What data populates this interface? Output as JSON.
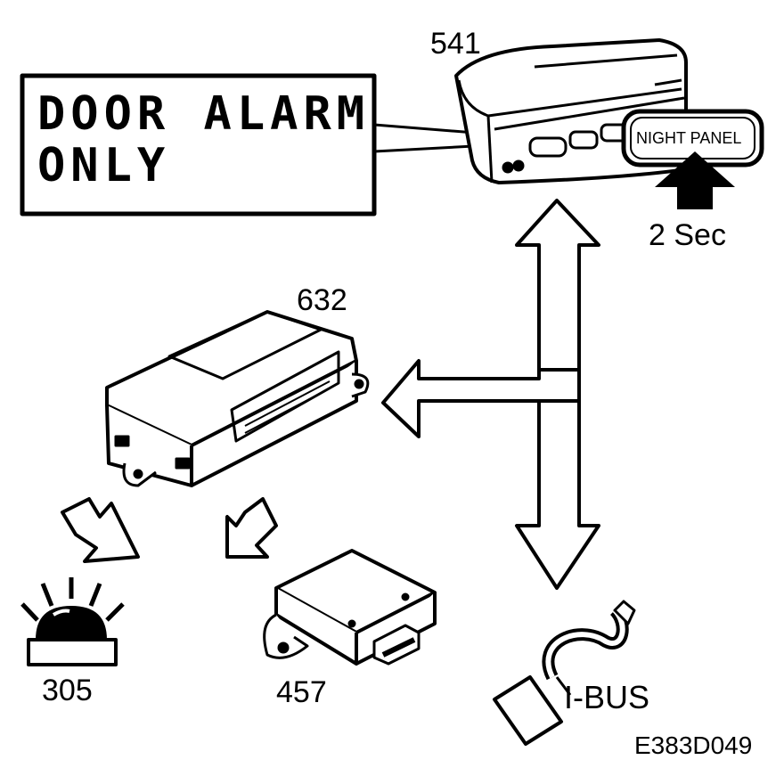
{
  "display": {
    "line1": "DOOR ALARM",
    "line2": "ONLY"
  },
  "labels": {
    "instrument_cluster": "541",
    "alarm_module": "632",
    "warning_light": "305",
    "siren_unit": "457",
    "bus": "I-BUS",
    "hold_time": "2 Sec",
    "button": "NIGHT PANEL",
    "figure_code": "E383D049"
  },
  "colors": {
    "ink": "#000000",
    "panel": "#ffffff",
    "shade": "#d9d9d9"
  }
}
